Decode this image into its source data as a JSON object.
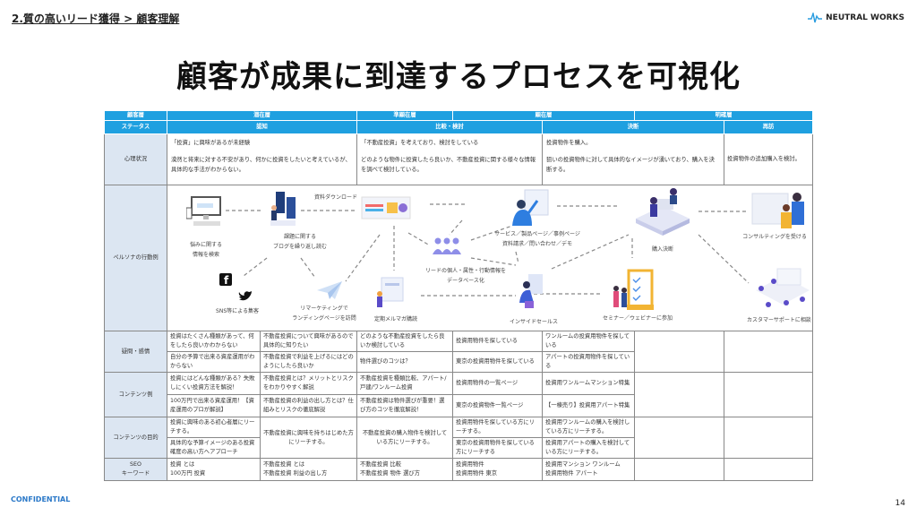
{
  "header": {
    "breadcrumb": "2.質の高いリード獲得 > 顧客理解",
    "logo": "NEUTRAL WORKS"
  },
  "title": "顧客が成果に到達するプロセスを可視化",
  "table": {
    "layer_label": "顧客層",
    "layers": [
      "潜在層",
      "準顕在層",
      "顕在層",
      "明確層"
    ],
    "status_label": "ステータス",
    "statuses": [
      "認知",
      "比較・検討",
      "決断",
      "再訪"
    ],
    "psychology": {
      "label": "心理状況",
      "cells": [
        [
          "「投資」に興味があるが未経験",
          "漠然と将来に対する不安があり、何かに投資をしたいと考えているが、具体的な手法がわからない。"
        ],
        [
          "「不動産投資」を考えており、検討をしている",
          "どのような物件に投資したら良いか、不動産投資に関する様々な情報を調べて検討している。"
        ],
        [
          "投資物件を購入。",
          "狙いの投資物件に対して具体的なイメージが湧いており、購入を決断する。"
        ],
        [
          "投資物件の追加購入を検討。"
        ]
      ]
    },
    "persona": {
      "label": "ペルソナの行動例",
      "nodes": {
        "search": [
          "悩みに関する",
          "情報を検索"
        ],
        "blog": [
          "課題に関する",
          "ブログを繰り返し読む"
        ],
        "download": "資料ダウンロード",
        "database": [
          "リードの個人・属性・行動情報を",
          "データベース化"
        ],
        "service": [
          "サービス／製品ページ／事例ページ",
          "資料請求／問い合わせ／デモ"
        ],
        "purchase": "購入決断",
        "consulting": "コンサルティングを受ける",
        "sns": "SNS等による集客",
        "remarketing": [
          "リマーケティングで",
          "ランディングページを訪問"
        ],
        "mail": "定期メルマガ購読",
        "inside": "インサイドセールス",
        "seminar": "セミナー／ウェビナーに参加",
        "support": "カスタマーサポートに相談"
      }
    },
    "questions": {
      "label": "疑問・感情",
      "rows": [
        [
          "投資はたくさん種類があって、何をしたら良いかわからない",
          "不動産投資について興味があるので具体的に知りたい",
          "どのような不動産投資をしたら良いか検討している",
          "投資用物件を探している",
          "ワンルームの投資用物件を探している"
        ],
        [
          "自分の予算で出来る資産運用がわからない",
          "不動産投資で利益を上げるにはどのようにしたら良いか",
          "物件選びのコツは？",
          "東京の投資用物件を探している",
          "アパートの投資用物件を探している"
        ]
      ]
    },
    "content": {
      "label": "コンテンツ例",
      "rows": [
        [
          "投資にはどんな種類がある？失敗しにくい投資方法を解説！",
          "不動産投資とは？メリットとリスクをわかりやすく解説",
          "不動産投資を種類比較、アパート/戸建/ワンルーム投資",
          "投資用物件の一覧ページ",
          "投資用ワンルームマンション特集"
        ],
        [
          "100万円で出来る資産運用！【資産運用のプロが解説】",
          "不動産投資の利益の出し方とは？仕組みとリスクの徹底解説",
          "不動産投資は物件選びが重要！選び方のコツを徹底解説！",
          "東京の投資物件一覧ページ",
          "【一棟売り】投資用アパート特集"
        ]
      ]
    },
    "purpose": {
      "label": "コンテンツの目的",
      "c1": [
        "投資に興味のある初心者層にリーチする。",
        "具体的な予算イメージのある投資確度の高い方へアプローチ"
      ],
      "c2": "不動産投資に興味を持ちはじめた方にリーチする。",
      "c3": "不動産投資の購入物件を検討している方にリーチする。",
      "c4": [
        "投資用物件を探している方にリーチする。",
        "東京の投資用物件を探している方にリーチする"
      ],
      "c5": [
        "投資用ワンルームの購入を検討している方にリーチする。",
        "投資用アパートの購入を検討している方にリーチする。"
      ]
    },
    "seo": {
      "label": "SEO\nキーワード",
      "label1": "SEO",
      "label2": "キーワード",
      "cells": [
        [
          "投資 とは",
          "100万円 投資"
        ],
        [
          "不動産投資 とは",
          "不動産投資 利益の出し方"
        ],
        [
          "不動産投資 比較",
          "不動産投資 物件 選び方"
        ],
        [
          "投資用物件",
          "投資用物件 東京"
        ],
        [
          "投資用マンション ワンルーム",
          "投資用物件 アパート"
        ]
      ]
    }
  },
  "footer": {
    "confidential": "CONFIDENTIAL",
    "page": "14"
  },
  "colors": {
    "header_blue": "#1fa0e0",
    "label_bg": "#dce6f2",
    "confidential": "#2a78c8"
  }
}
